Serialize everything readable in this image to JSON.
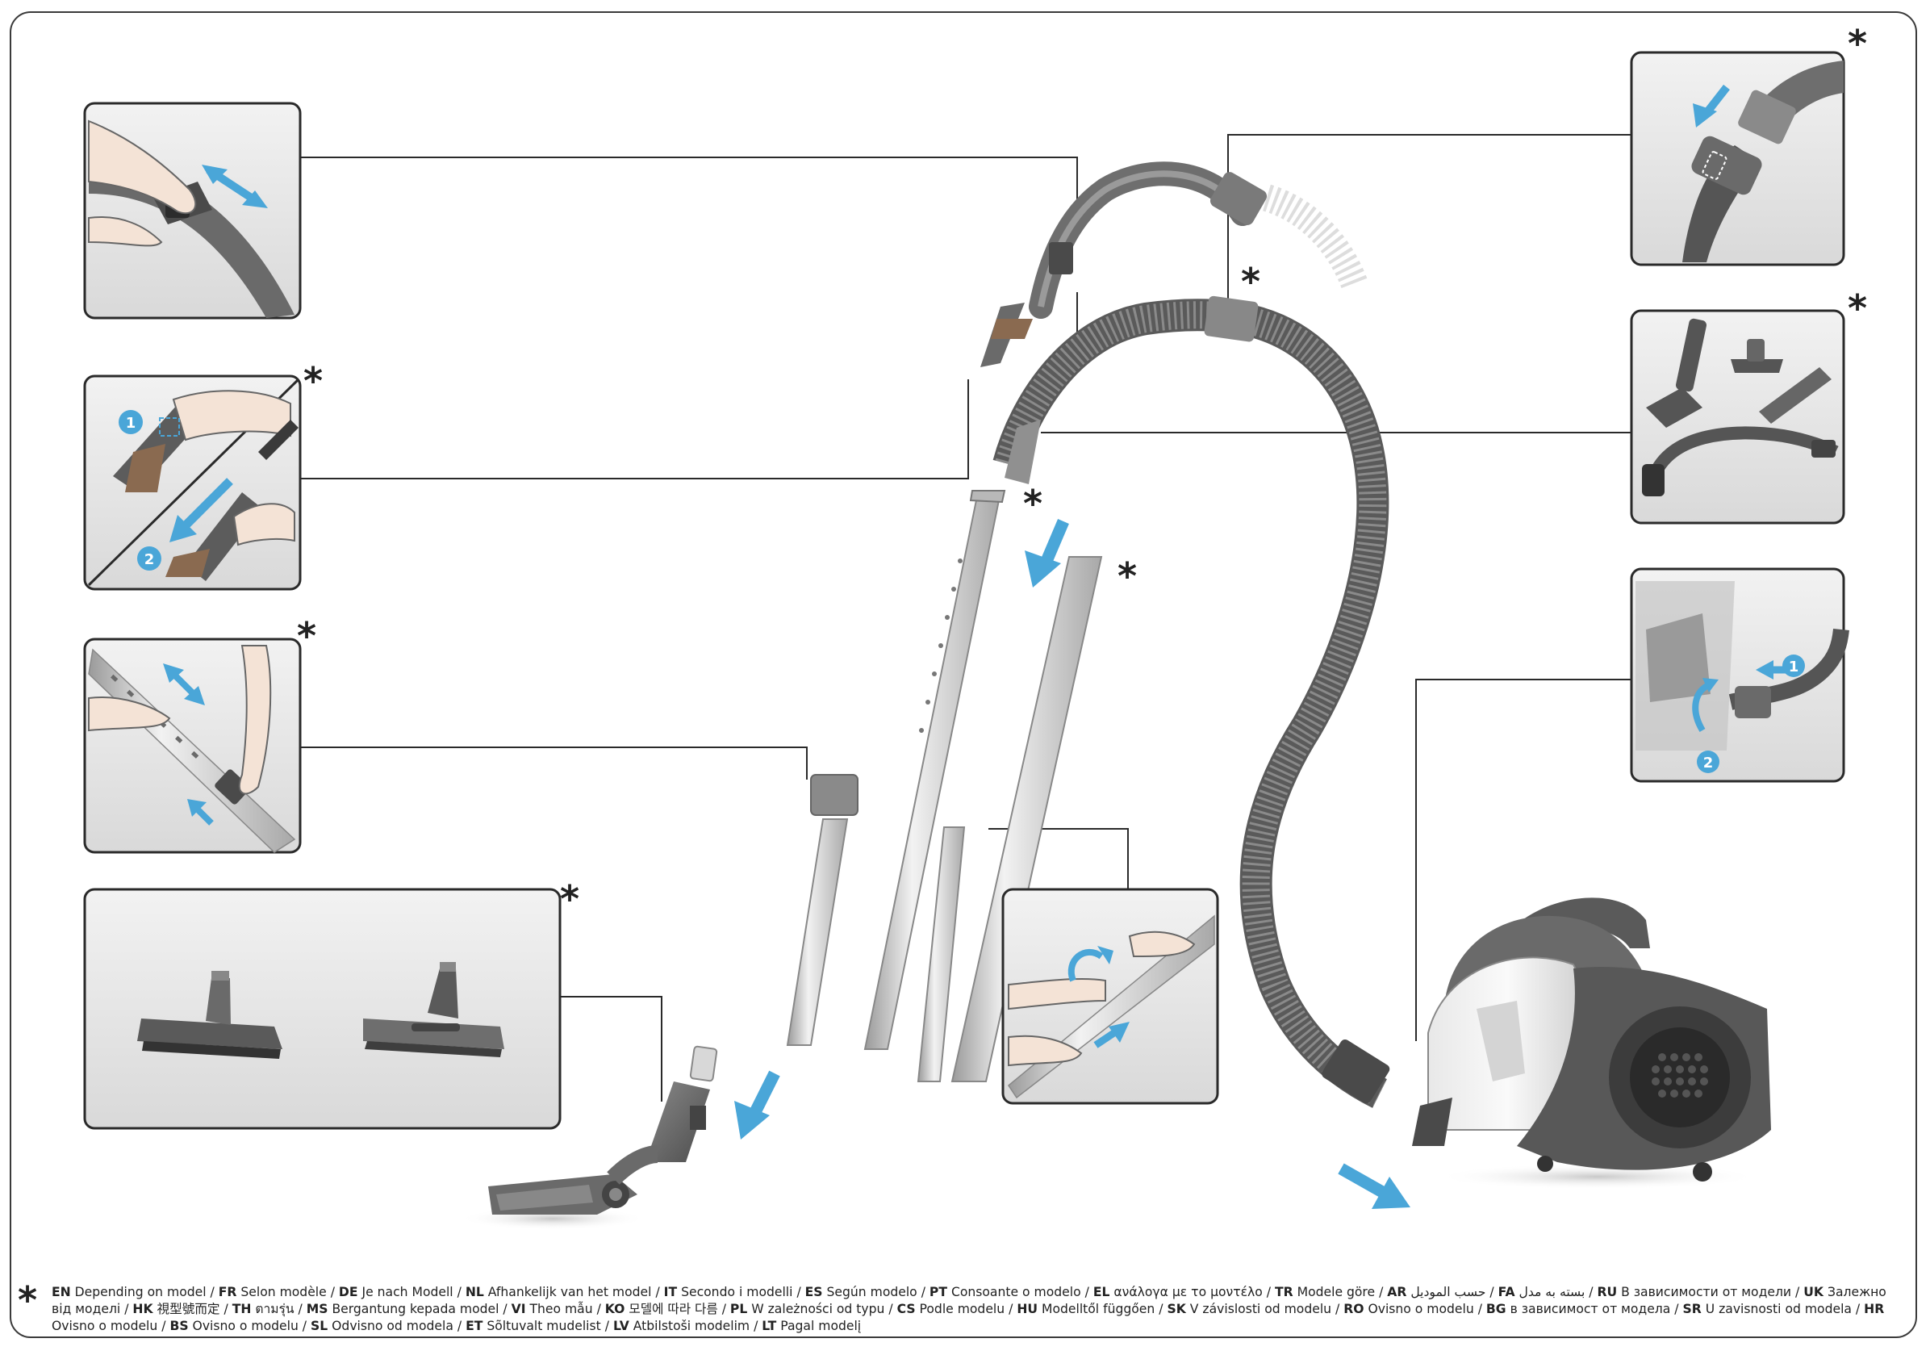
{
  "figure": {
    "asterisk": "*",
    "callout_numbers": {
      "step_one": "1",
      "step_two": "2"
    },
    "colors": {
      "frame": "#3a3a3a",
      "arrow_blue": "#4aa6d8",
      "panel_bg": "#e6e6e6",
      "tube_silver": "#d4d4d4",
      "hose_gray": "#6e6e6e",
      "body_dark": "#5a5a5a"
    }
  },
  "footnote": {
    "marker": "*",
    "entries": [
      {
        "code": "EN",
        "text": "Depending on model"
      },
      {
        "code": "FR",
        "text": "Selon modèle"
      },
      {
        "code": "DE",
        "text": "Je nach Modell"
      },
      {
        "code": "NL",
        "text": "Afhankelijk van het model"
      },
      {
        "code": "IT",
        "text": "Secondo i modelli"
      },
      {
        "code": "ES",
        "text": "Según modelo"
      },
      {
        "code": "PT",
        "text": "Consoante o modelo"
      },
      {
        "code": "EL",
        "text": "ανάλογα με το μοντέλο"
      },
      {
        "code": "TR",
        "text": "Modele göre"
      },
      {
        "code": "AR",
        "text": "حسب الموديل"
      },
      {
        "code": "FA",
        "text": "بسته به مدل"
      },
      {
        "code": "RU",
        "text": "В зависимости от модели"
      },
      {
        "code": "UK",
        "text": "Залежно від моделі"
      },
      {
        "code": "HK",
        "text": "視型號而定"
      },
      {
        "code": "TH",
        "text": "ตามรุ่น"
      },
      {
        "code": "MS",
        "text": "Bergantung kepada model"
      },
      {
        "code": "VI",
        "text": "Theo mẫu"
      },
      {
        "code": "KO",
        "text": "모델에 따라 다름"
      },
      {
        "code": "PL",
        "text": "W zależności od typu"
      },
      {
        "code": "CS",
        "text": "Podle modelu"
      },
      {
        "code": "HU",
        "text": "Modelltől függően"
      },
      {
        "code": "SK",
        "text": "V závislosti od modelu"
      },
      {
        "code": "RO",
        "text": "Ovisno o modelu"
      },
      {
        "code": "BG",
        "text": "в зависимост от модела"
      },
      {
        "code": "SR",
        "text": "U zavisnosti od modela"
      },
      {
        "code": "HR",
        "text": "Ovisno o modelu"
      },
      {
        "code": "BS",
        "text": "Ovisno o modelu"
      },
      {
        "code": "SL",
        "text": "Odvisno od modela"
      },
      {
        "code": "ET",
        "text": "Sõltuvalt mudelist"
      },
      {
        "code": "LV",
        "text": "Atbilstoši modelim"
      },
      {
        "code": "LT",
        "text": "Pagal modelį"
      }
    ]
  }
}
